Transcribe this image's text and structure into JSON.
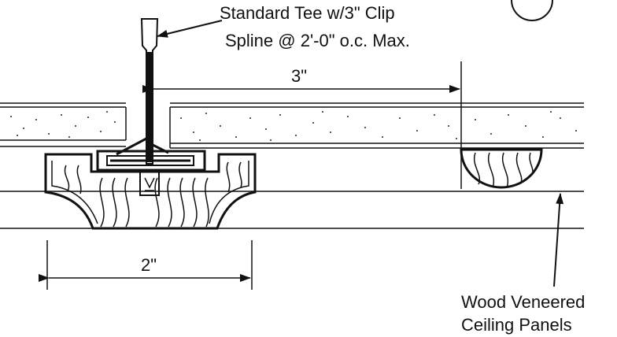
{
  "callouts": {
    "tee_line1": "Standard Tee w/3\" Clip",
    "tee_line2": "Spline @ 2'-0\" o.c. Max.",
    "panels_line1": "Wood Veneered",
    "panels_line2": "Ceiling Panels"
  },
  "dimensions": {
    "top": "3\"",
    "bottom": "2\""
  }
}
